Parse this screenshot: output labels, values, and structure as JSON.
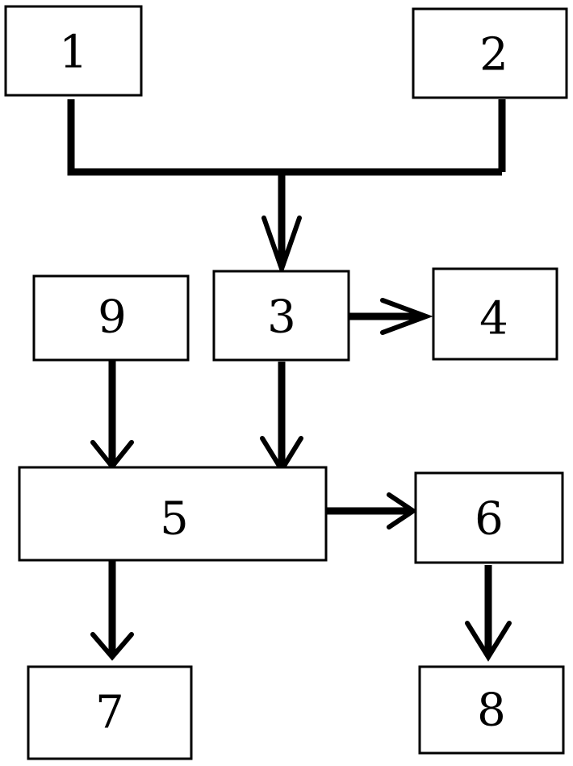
{
  "diagram": {
    "type": "block-diagram",
    "boxes": [
      {
        "id": "1",
        "label": "1"
      },
      {
        "id": "2",
        "label": "2"
      },
      {
        "id": "3",
        "label": "3"
      },
      {
        "id": "4",
        "label": "4"
      },
      {
        "id": "5",
        "label": "5"
      },
      {
        "id": "6",
        "label": "6"
      },
      {
        "id": "7",
        "label": "7"
      },
      {
        "id": "8",
        "label": "8"
      },
      {
        "id": "9",
        "label": "9"
      }
    ],
    "connections": [
      {
        "from": [
          "1",
          "2"
        ],
        "to": "3",
        "kind": "merge"
      },
      {
        "from": "3",
        "to": "4"
      },
      {
        "from": "3",
        "to": "5"
      },
      {
        "from": "9",
        "to": "5"
      },
      {
        "from": "5",
        "to": "6"
      },
      {
        "from": "5",
        "to": "7"
      },
      {
        "from": "6",
        "to": "8"
      }
    ],
    "colors": {
      "stroke": "#000000",
      "background": "#ffffff"
    }
  }
}
